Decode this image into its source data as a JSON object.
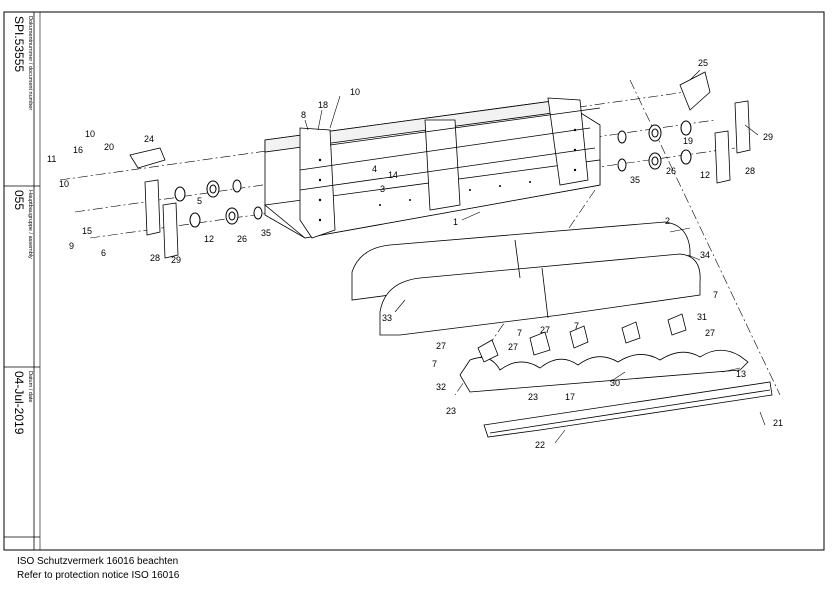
{
  "sidebar": {
    "document_number_label": "Dokumentnummer / document number",
    "document_number": "SPI.53555",
    "assembly_label": "Hauptbaugruppe / assembly",
    "assembly": "055",
    "date_label": "Datum / date",
    "date": "04-Jul-2019"
  },
  "footer": {
    "notice_de": "ISO Schutzvermerk 16016 beachten",
    "notice_en": "Refer to protection notice ISO 16016"
  },
  "callouts": [
    "25",
    "10",
    "18",
    "8",
    "29",
    "10",
    "16",
    "20",
    "24",
    "11",
    "10",
    "19",
    "28",
    "12",
    "26",
    "35",
    "14",
    "4",
    "3",
    "5",
    "15",
    "9",
    "6",
    "28",
    "29",
    "12",
    "26",
    "35",
    "1",
    "2",
    "34",
    "33",
    "7",
    "31",
    "27",
    "27",
    "7",
    "7",
    "27",
    "27",
    "7",
    "30",
    "13",
    "32",
    "23",
    "23",
    "17",
    "22",
    "21"
  ]
}
